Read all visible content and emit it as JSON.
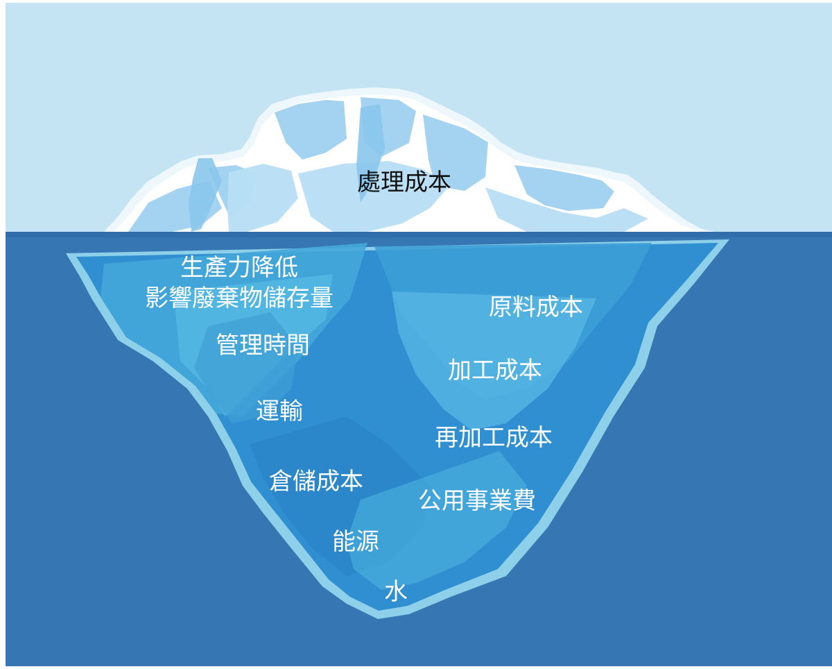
{
  "diagram": {
    "above_water": {
      "label": "處理成本"
    },
    "below_water": {
      "left_group": {
        "line1": "生產力降低",
        "line2": "影響廢棄物儲存量"
      },
      "items": [
        "原料成本",
        "管理時間",
        "加工成本",
        "運輸",
        "再加工成本",
        "倉儲成本",
        "公用事業費",
        "能源",
        "水"
      ]
    }
  },
  "colors": {
    "sky": "#c4e4f4",
    "sea": "#3677b3",
    "ice_top": "#ffffff",
    "ice_top_shadow": "#9fd0f0",
    "ice_under": "#2f8fd1",
    "ice_under_light": "#44a7da",
    "ice_outline": "#8ed0ea"
  }
}
